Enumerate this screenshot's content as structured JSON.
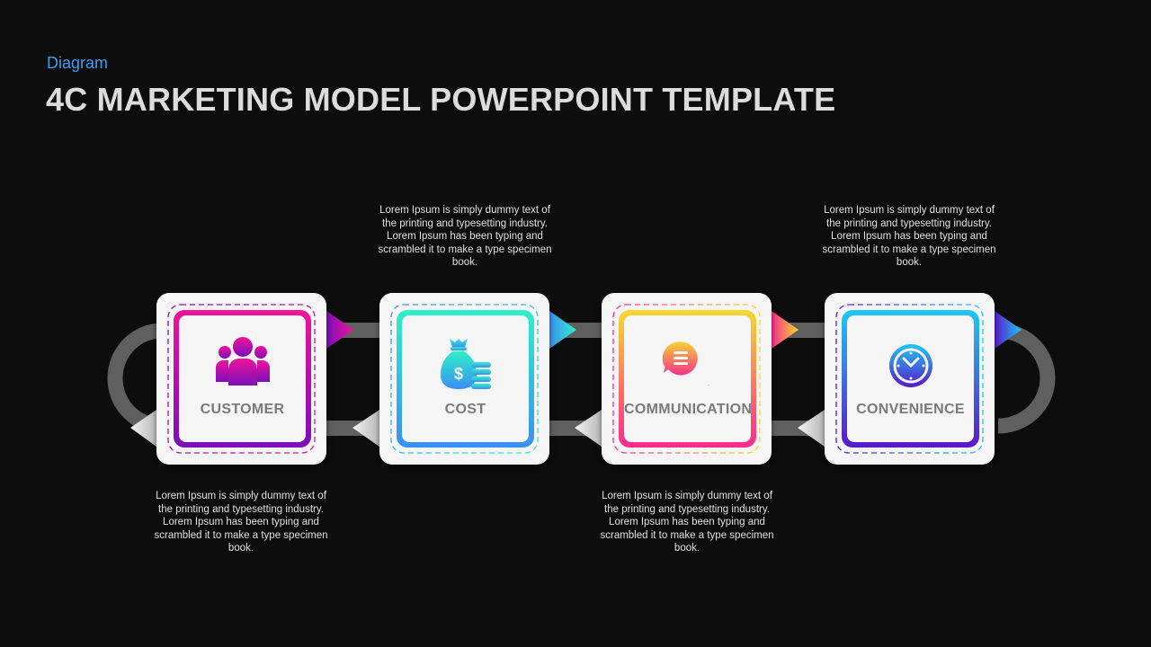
{
  "header": {
    "subtitle": "Diagram",
    "title": "4C MARKETING MODEL POWERPOINT TEMPLATE"
  },
  "colors": {
    "background": "#0d0d0d",
    "subtitle": "#3a9ef0",
    "title": "#dcdcdc",
    "connector": "#5f5f5f",
    "card": "#f5f5f6",
    "label": "#7a7a7a"
  },
  "cards": [
    {
      "label": "CUSTOMER",
      "icon": "people-group-icon",
      "gradient": [
        "#f0129b",
        "#7a0fb8"
      ],
      "description": "Lorem Ipsum is simply dummy text of the printing and typesetting industry. Lorem Ipsum has been typing and scrambled it to make a type specimen book.",
      "description_position": "below"
    },
    {
      "label": "COST",
      "icon": "money-bag-coins-icon",
      "gradient": [
        "#2ef0c9",
        "#3a8ff2"
      ],
      "description": "Lorem Ipsum is simply dummy text of the printing and typesetting industry. Lorem Ipsum has been typing and scrambled it to make a type specimen book.",
      "description_position": "above"
    },
    {
      "label": "COMMUNICATION",
      "icon": "chat-bubbles-icon",
      "gradient": [
        "#f5d92e",
        "#f72a8e"
      ],
      "description": "Lorem Ipsum is simply dummy text of the printing and typesetting industry. Lorem Ipsum has been typing and scrambled it to make a type specimen book.",
      "description_position": "below"
    },
    {
      "label": "CONVENIENCE",
      "icon": "clock-icon",
      "gradient": [
        "#1ec8f2",
        "#5a18c9"
      ],
      "description": "Lorem Ipsum is simply dummy text of the printing and typesetting industry. Lorem Ipsum has been typing and scrambled it to make a type specimen book.",
      "description_position": "above"
    }
  ]
}
